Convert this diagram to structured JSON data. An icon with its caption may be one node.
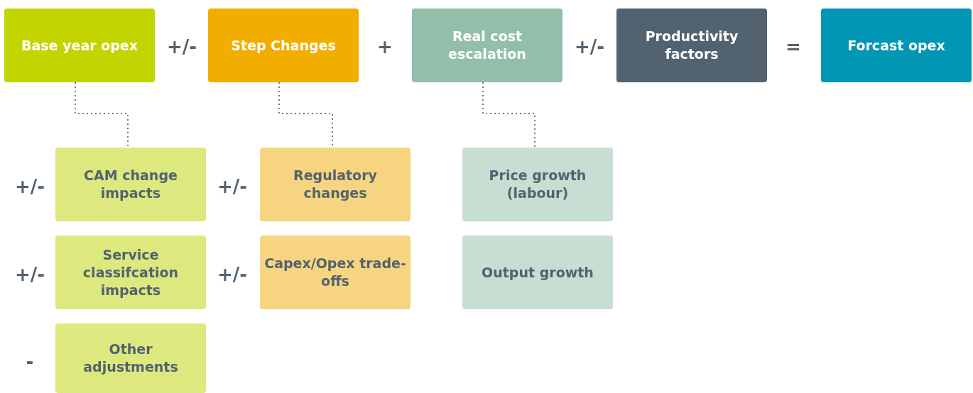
{
  "diagram": {
    "nodes": [
      {
        "text": [
          "Base year opex"
        ]
      },
      {
        "text": [
          "Step Changes"
        ]
      },
      {
        "text": [
          "Real cost escalation"
        ]
      },
      {
        "text": [
          "Productivity factors"
        ]
      },
      {
        "text": [
          "Forcast opex"
        ]
      },
      {
        "text": [
          "CAM change impacts"
        ]
      },
      {
        "text": [
          "Service classifcation impacts"
        ]
      },
      {
        "text": [
          "Other adjustments"
        ]
      },
      {
        "text": [
          "Regulatory changes"
        ]
      },
      {
        "text": [
          "Capex/Opex trade-offs"
        ]
      },
      {
        "text": [
          "Price growth (labour)"
        ]
      },
      {
        "text": [
          "Output growth"
        ]
      }
    ],
    "edges": [
      {
        "from": 0,
        "to": 5,
        "arrow": "none",
        "style": "dashed"
      },
      {
        "from": 1,
        "to": 8,
        "arrow": "none",
        "style": "dashed"
      },
      {
        "from": 2,
        "to": 10,
        "arrow": "none",
        "style": "dashed"
      }
    ],
    "labels": [
      "+/-",
      "+",
      "+/-",
      "=",
      "+/-",
      "+/-",
      "+/-",
      "+/-",
      "-"
    ]
  }
}
